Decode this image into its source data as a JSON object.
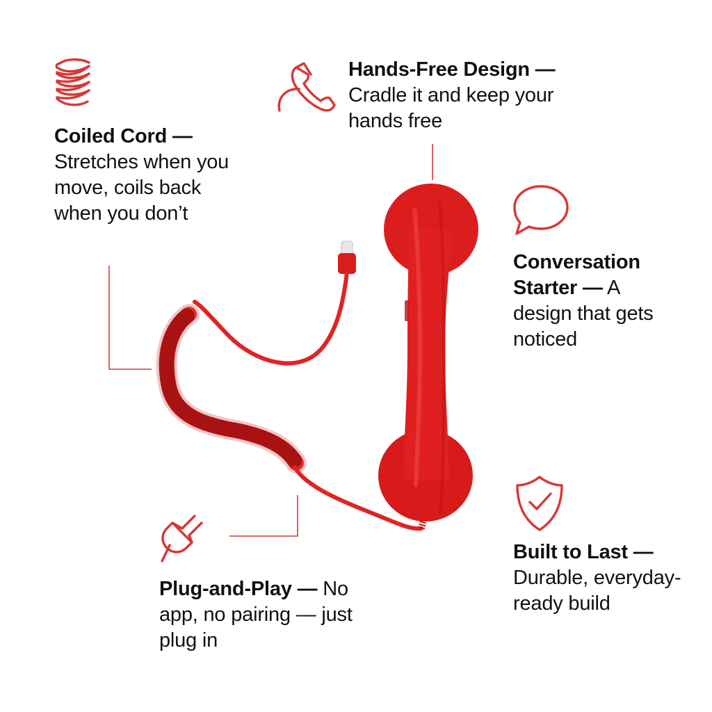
{
  "accent_color": "#d93636",
  "product_color": "#e02020",
  "callouts": {
    "coiled_cord": {
      "icon": "coil-spring-icon",
      "title": "Coiled Cord —",
      "desc": "Stretches when you move, coils back when you don’t"
    },
    "hands_free": {
      "icon": "phone-receiver-icon",
      "title": "Hands-Free Design —",
      "desc": "Cradle it and keep your hands free"
    },
    "conversation": {
      "icon": "speech-bubble-icon",
      "title": "Conversation Starter —",
      "desc": "A design that gets noticed"
    },
    "plug_and_play": {
      "icon": "plug-icon",
      "title": "Plug-and-Play —",
      "desc": "No app, no pairing — just plug in"
    },
    "built_to_last": {
      "icon": "shield-check-icon",
      "title": "Built to Last —",
      "desc": "Durable, everyday-ready build"
    }
  }
}
